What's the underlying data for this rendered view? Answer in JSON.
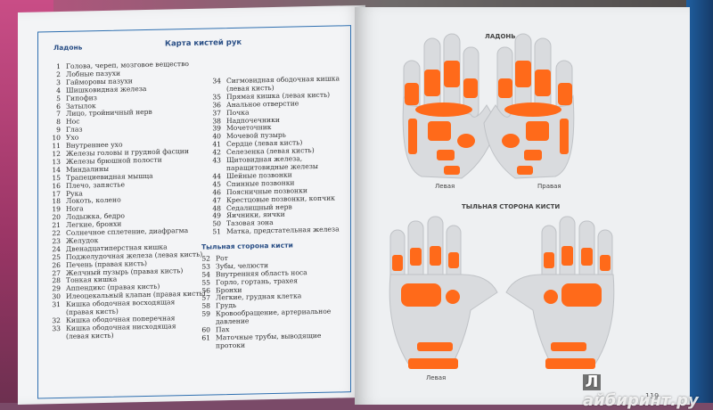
{
  "left_page": {
    "section_palm": "Ладонь",
    "title": "Карта кистей рук",
    "column1": [
      {
        "n": "1",
        "t": "Голова, череп, мозговое вещество"
      },
      {
        "n": "2",
        "t": "Лобные пазухи"
      },
      {
        "n": "3",
        "t": "Гайморовы пазухи"
      },
      {
        "n": "4",
        "t": "Шишковидная железа"
      },
      {
        "n": "5",
        "t": "Гипофиз"
      },
      {
        "n": "6",
        "t": "Затылок"
      },
      {
        "n": "7",
        "t": "Лицо, тройничный нерв"
      },
      {
        "n": "8",
        "t": "Нос"
      },
      {
        "n": "9",
        "t": "Глаз"
      },
      {
        "n": "10",
        "t": "Ухо"
      },
      {
        "n": "11",
        "t": "Внутреннее ухо"
      },
      {
        "n": "12",
        "t": "Железы головы и грудной фасции"
      },
      {
        "n": "13",
        "t": "Железы брюшной полости"
      },
      {
        "n": "14",
        "t": "Миндалины"
      },
      {
        "n": "15",
        "t": "Трапециевидная мышца"
      },
      {
        "n": "16",
        "t": "Плечо, запястье"
      },
      {
        "n": "17",
        "t": "Рука"
      },
      {
        "n": "18",
        "t": "Локоть, колено"
      },
      {
        "n": "19",
        "t": "Нога"
      },
      {
        "n": "20",
        "t": "Лодыжка, бедро"
      },
      {
        "n": "21",
        "t": "Легкие, бронхи"
      },
      {
        "n": "22",
        "t": "Солнечное сплетение, диафрагма"
      },
      {
        "n": "23",
        "t": "Желудок"
      },
      {
        "n": "24",
        "t": "Двенадцатиперстная кишка"
      },
      {
        "n": "25",
        "t": "Поджелудочная железа (левая кисть)"
      },
      {
        "n": "26",
        "t": "Печень (правая кисть)"
      },
      {
        "n": "27",
        "t": "Желчный пузырь (правая кисть)"
      },
      {
        "n": "28",
        "t": "Тонкая кишка"
      },
      {
        "n": "29",
        "t": "Аппендикс (правая кисть)"
      },
      {
        "n": "30",
        "t": "Илеоцекальный клапан (правая кисть)"
      },
      {
        "n": "31",
        "t": "Кишка ободочная восходящая"
      },
      {
        "n": "",
        "t": "(правая кисть)"
      },
      {
        "n": "32",
        "t": "Кишка ободочная поперечная"
      },
      {
        "n": "33",
        "t": "Кишка ободочная нисходящая"
      },
      {
        "n": "",
        "t": "(левая кисть)"
      }
    ],
    "column2": [
      {
        "n": "34",
        "t": "Сигмовидная ободочная кишка"
      },
      {
        "n": "",
        "t": "(левая кисть)"
      },
      {
        "n": "35",
        "t": "Прямая кишка (левая кисть)"
      },
      {
        "n": "36",
        "t": "Анальное отверстие"
      },
      {
        "n": "37",
        "t": "Почка"
      },
      {
        "n": "38",
        "t": "Надпочечники"
      },
      {
        "n": "39",
        "t": "Мочеточник"
      },
      {
        "n": "40",
        "t": "Мочевой пузырь"
      },
      {
        "n": "41",
        "t": "Сердце (левая кисть)"
      },
      {
        "n": "42",
        "t": "Селезенка (левая кисть)"
      },
      {
        "n": "43",
        "t": "Щитовидная железа,"
      },
      {
        "n": "",
        "t": "паращитовидные железы"
      },
      {
        "n": "44",
        "t": "Шейные позвонки"
      },
      {
        "n": "45",
        "t": "Спинные позвонки"
      },
      {
        "n": "46",
        "t": "Поясничные позвонки"
      },
      {
        "n": "47",
        "t": "Крестцовые позвонки, копчик"
      },
      {
        "n": "48",
        "t": "Седалищный нерв"
      },
      {
        "n": "49",
        "t": "Яичники, яички"
      },
      {
        "n": "50",
        "t": "Тазовая зона"
      },
      {
        "n": "51",
        "t": "Матка, предстательная железа"
      }
    ],
    "section_back": "Тыльная сторона кисти",
    "column3": [
      {
        "n": "52",
        "t": "Рот"
      },
      {
        "n": "53",
        "t": "Зубы, челюсти"
      },
      {
        "n": "54",
        "t": "Внутренняя область носа"
      },
      {
        "n": "55",
        "t": "Горло, гортань, трахея"
      },
      {
        "n": "56",
        "t": "Бронхи"
      },
      {
        "n": "57",
        "t": "Легкие, грудная клетка"
      },
      {
        "n": "58",
        "t": "Грудь"
      },
      {
        "n": "59",
        "t": "Кровообращение, артериальное"
      },
      {
        "n": "",
        "t": "давление"
      },
      {
        "n": "60",
        "t": "Пах"
      },
      {
        "n": "61",
        "t": "Маточные трубы, выводящие"
      },
      {
        "n": "",
        "t": "протоки"
      }
    ]
  },
  "right_page": {
    "palm_heading": "ЛАДОНЬ",
    "back_heading": "ТЫЛЬНАЯ СТОРОНА КИСТИ",
    "left_hand": "Левая",
    "right_hand": "Правая",
    "back_left_hand": "Левая",
    "page_number": "119"
  },
  "watermark": {
    "icon": "Л",
    "text": "айбиринт.ру"
  },
  "colors": {
    "accent": "#ff6a1a",
    "text_blue": "#2a4f86",
    "frame": "#2e6fb0"
  }
}
